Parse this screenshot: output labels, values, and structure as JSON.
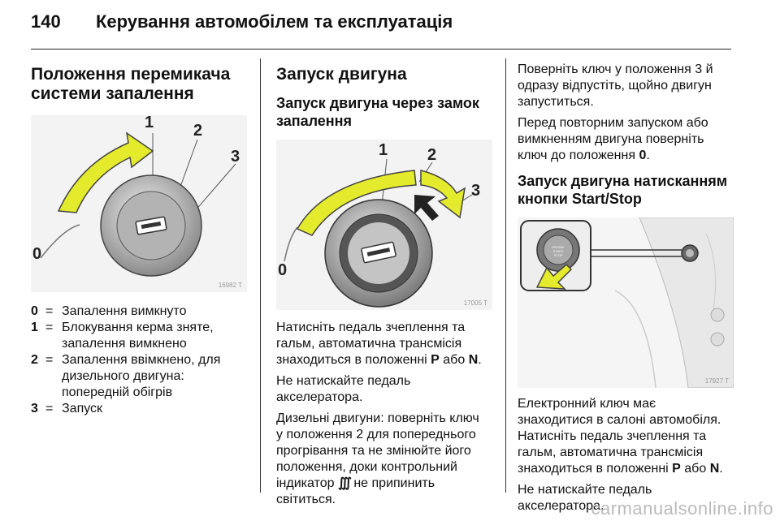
{
  "header": {
    "page_number": "140",
    "title": "Керування автомобілем та експлуатація"
  },
  "col1": {
    "heading_line1": "Положення перемикача",
    "heading_line2": "системи запалення",
    "figure": {
      "id": "16982 T",
      "labels": [
        "0",
        "1",
        "2",
        "3"
      ]
    },
    "legend": [
      {
        "key": "0",
        "eq": "=",
        "lines": [
          "Запалення вимкнуто"
        ]
      },
      {
        "key": "1",
        "eq": "=",
        "lines": [
          "Блокування керма зняте,",
          "запалення вимкнено"
        ]
      },
      {
        "key": "2",
        "eq": "=",
        "lines": [
          "Запалення ввімкнено, для",
          "дизельного двигуна:",
          "попередній обігрів"
        ]
      },
      {
        "key": "3",
        "eq": "=",
        "lines": [
          "Запуск"
        ]
      }
    ]
  },
  "col2": {
    "heading": "Запуск двигуна",
    "subheading_line1": "Запуск двигуна через замок",
    "subheading_line2": "запалення",
    "figure": {
      "id": "17005 T",
      "labels": [
        "0",
        "1",
        "2",
        "3"
      ]
    },
    "p1": [
      "Натисніть педаль зчеплення та",
      "гальм, автоматична трансмісія"
    ],
    "p1_last_pre": "знаходиться в положенні ",
    "p1_P": "P",
    "p1_mid": " або ",
    "p1_N": "N",
    "p1_end": ".",
    "p2": [
      "Не натискайте педаль",
      "акселератора."
    ],
    "p3": [
      "Дизельні двигуни: поверніть ключ",
      "у положення 2 для попереднього",
      "прогрівання та не змінюйте його",
      "положення, доки контрольний"
    ],
    "p3_ind_pre": "індикатор ",
    "p3_ind_post": " не припинить",
    "p3_last": "світиться."
  },
  "col3": {
    "p1": [
      "Поверніть ключ у положення 3 й",
      "одразу відпустіть, щойно двигун",
      "запуститься."
    ],
    "p2": [
      "Перед повторним запуском або",
      "вимкненням двигуна поверніть"
    ],
    "p2_last_pre": "ключ до положення ",
    "p2_zero": "0",
    "p2_end": ".",
    "heading_line1": "Запуск двигуна натисканням",
    "heading_line2": "кнопки Start/Stop",
    "figure": {
      "id": "17927 T",
      "button_text": "ENGINE START STOP"
    },
    "p3": [
      "Електронний ключ має",
      "знаходитися в салоні автомобіля.",
      "Натисніть педаль зчеплення та",
      "гальм, автоматична трансмісія"
    ],
    "p3_last_pre": "знаходиться в положенні ",
    "p3_P": "P",
    "p3_mid": " або ",
    "p3_N": "N",
    "p3_end": ".",
    "p4": [
      "Не натискайте педаль",
      "акселератора."
    ]
  },
  "watermark": "carmanualsonline.info",
  "colors": {
    "arrow_yellow": "#e4ea2c",
    "rule": "#222222",
    "watermark": "#bbbbbb"
  }
}
